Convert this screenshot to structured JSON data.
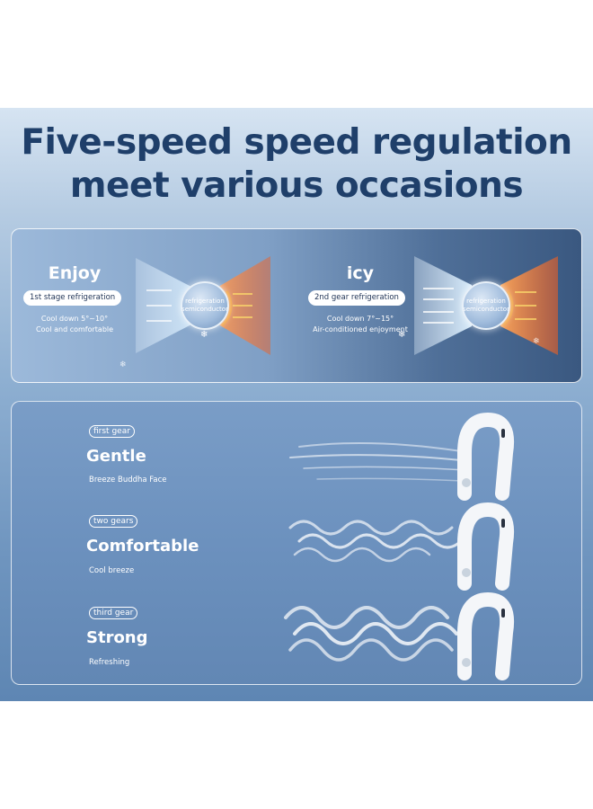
{
  "headline": {
    "line1": "Five-speed speed regulation",
    "line2": "meet various occasions"
  },
  "cooling_modes": [
    {
      "title": "Enjoy",
      "badge": "1st stage refrigeration",
      "desc_line1": "Cool down 5°~10°",
      "desc_line2": "Cool and comfortable",
      "chip_line1": "refrigeration",
      "chip_line2": "semiconductor"
    },
    {
      "title": "icy",
      "badge": "2nd gear refrigeration",
      "desc_line1": "Cool down 7°~15°",
      "desc_line2": "Air-conditioned enjoyment",
      "chip_line1": "refrigeration",
      "chip_line2": "semiconductor"
    }
  ],
  "gears": [
    {
      "tag": "first gear",
      "name": "Gentle",
      "sub": "Breeze Buddha Face"
    },
    {
      "tag": "two gears",
      "name": "Comfortable",
      "sub": "Cool breeze"
    },
    {
      "tag": "third gear",
      "name": "Strong",
      "sub": "Refreshing"
    }
  ],
  "colors": {
    "headline": "#1f3f6a",
    "cold": "#cfe6f8",
    "hot": "#f07a3c",
    "accent_chip_ring": "#f0a040"
  },
  "icons": [
    "snowflake-icon",
    "neck-fan-icon",
    "wind-waves-icon",
    "cool-air-arrows-icon",
    "warm-air-arrows-icon"
  ]
}
